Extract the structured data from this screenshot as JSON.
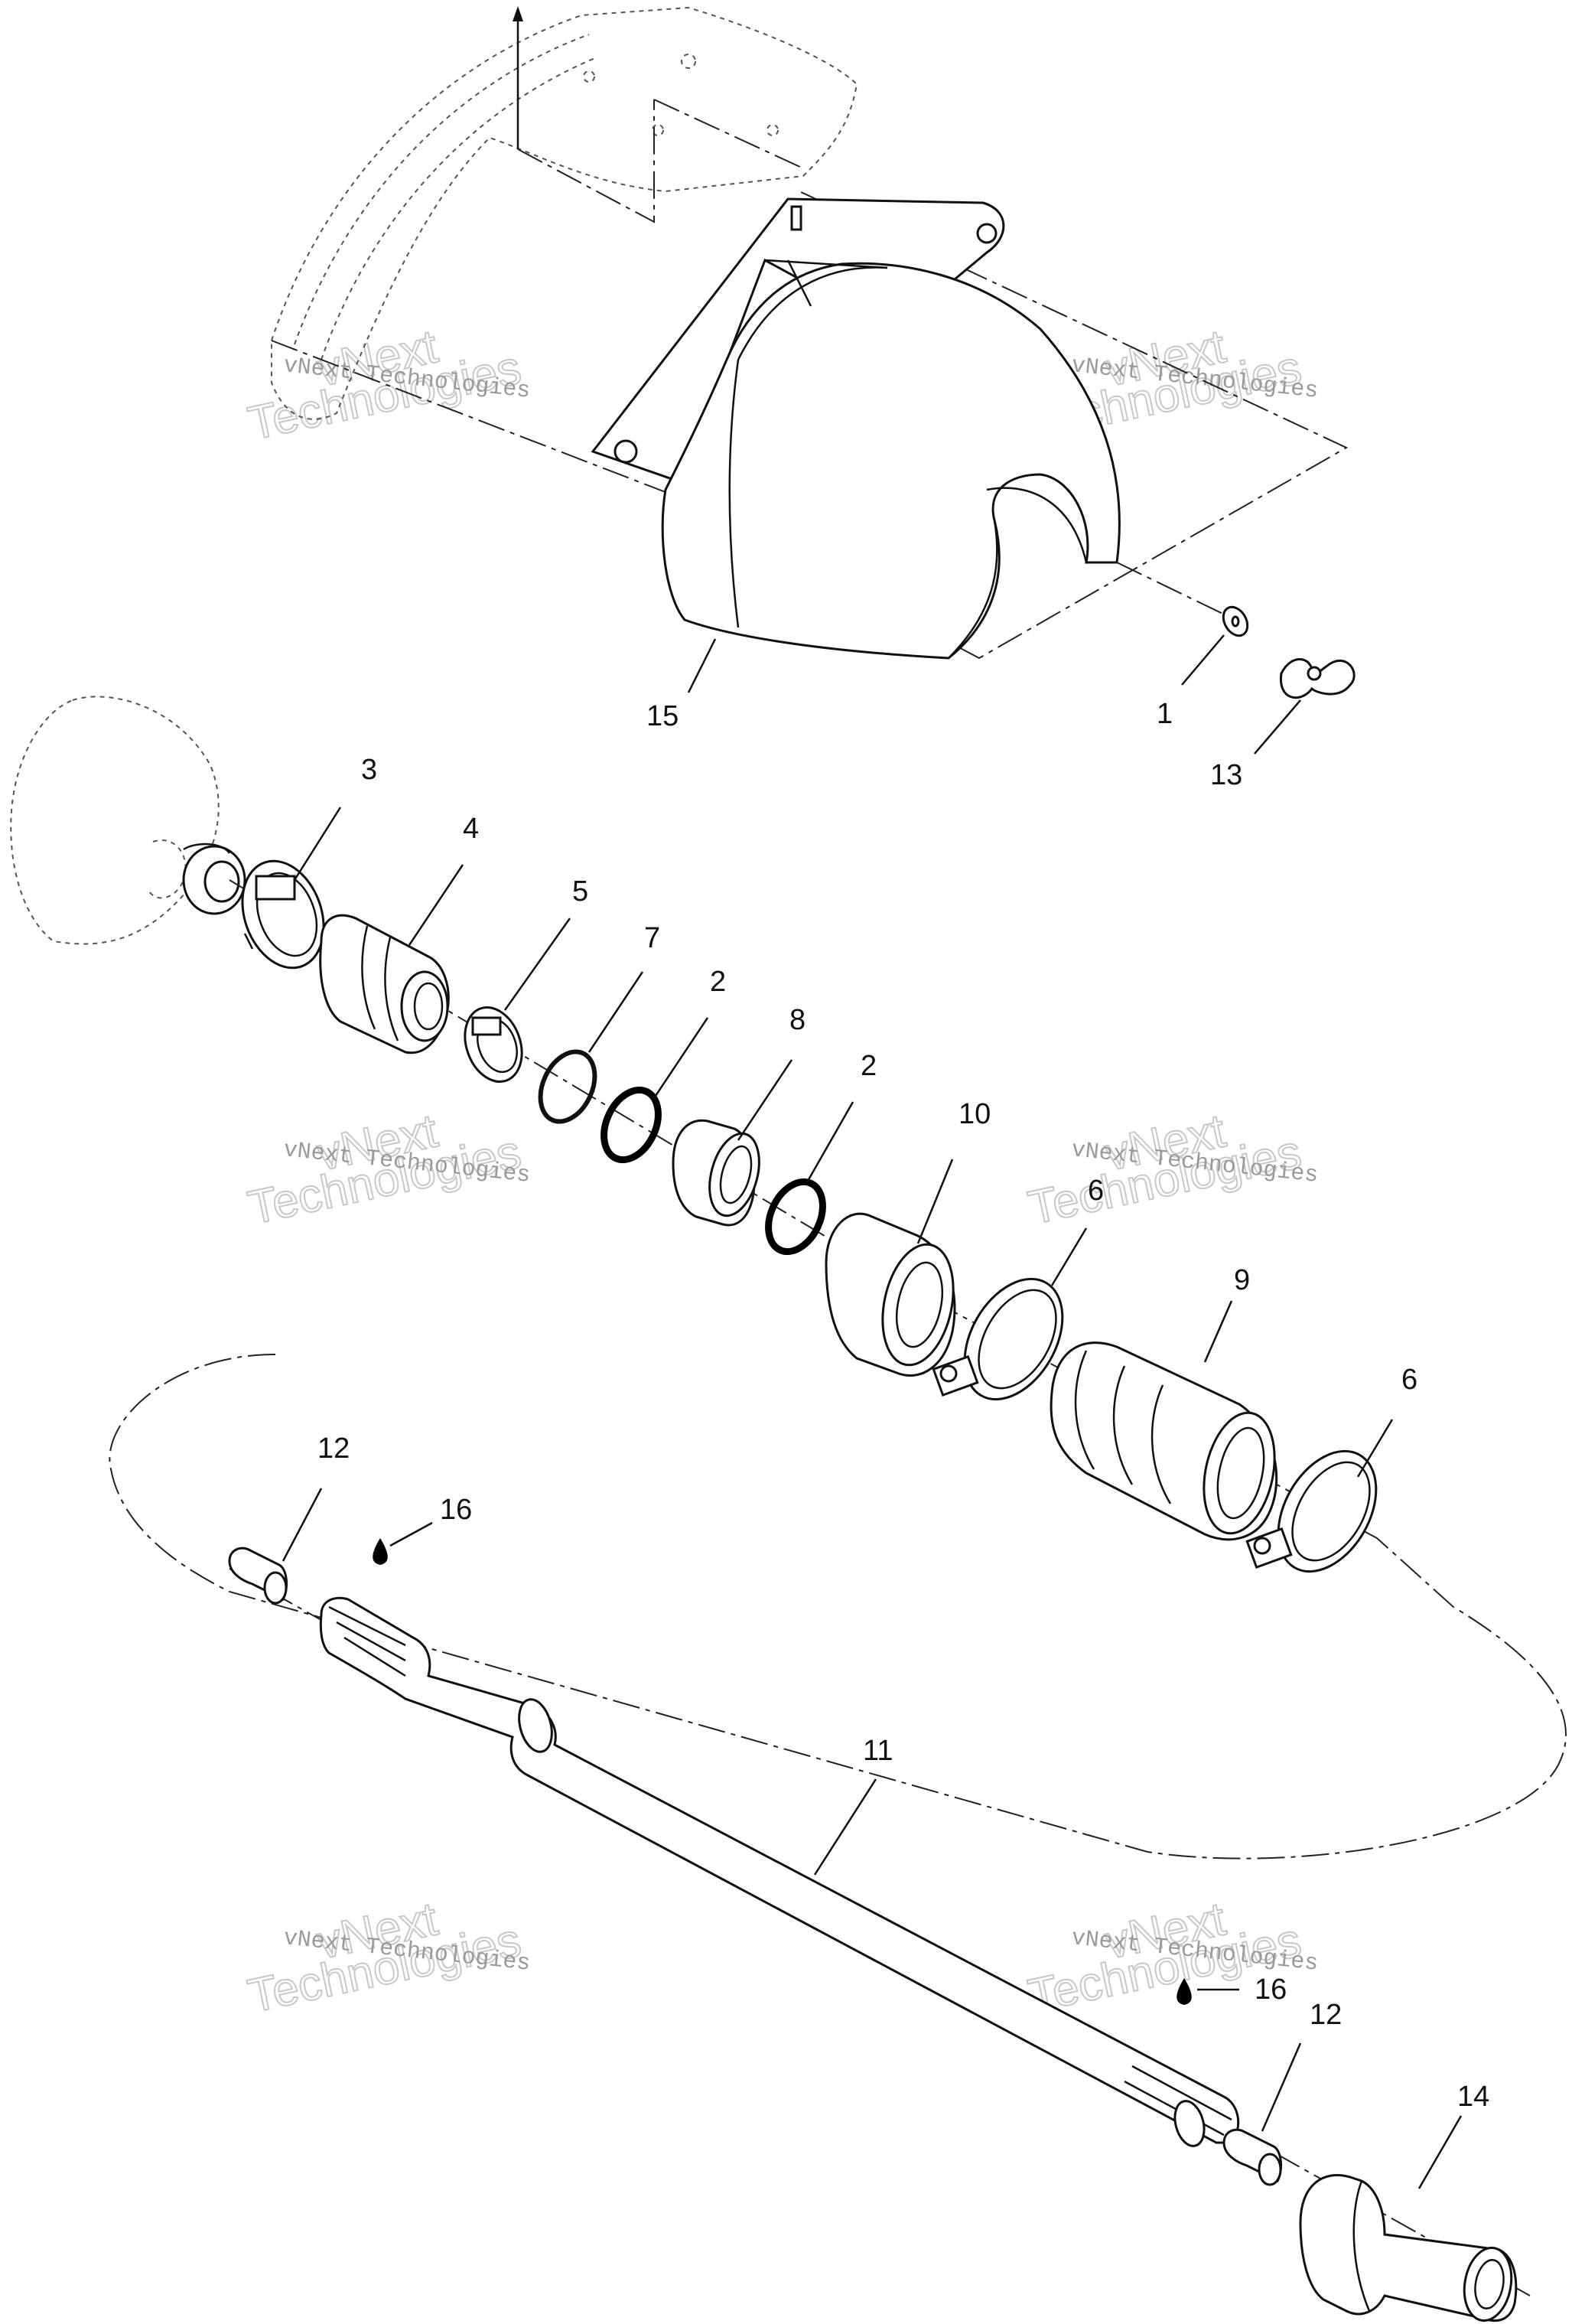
{
  "callouts": {
    "c15": "15",
    "c1": "1",
    "c13": "13",
    "c3": "3",
    "c4": "4",
    "c5": "5",
    "c7": "7",
    "c2a": "2",
    "c8": "8",
    "c2b": "2",
    "c10": "10",
    "c6a": "6",
    "c9": "9",
    "c6b": "6",
    "c12a": "12",
    "c16a": "16",
    "c11": "11",
    "c16b": "16",
    "c12b": "12",
    "c14": "14"
  },
  "watermark": {
    "line1": "vNext Technologies",
    "line2": "vNext",
    "line3": "Technologies"
  },
  "icons": {
    "grease": "oil-drop-icon"
  }
}
